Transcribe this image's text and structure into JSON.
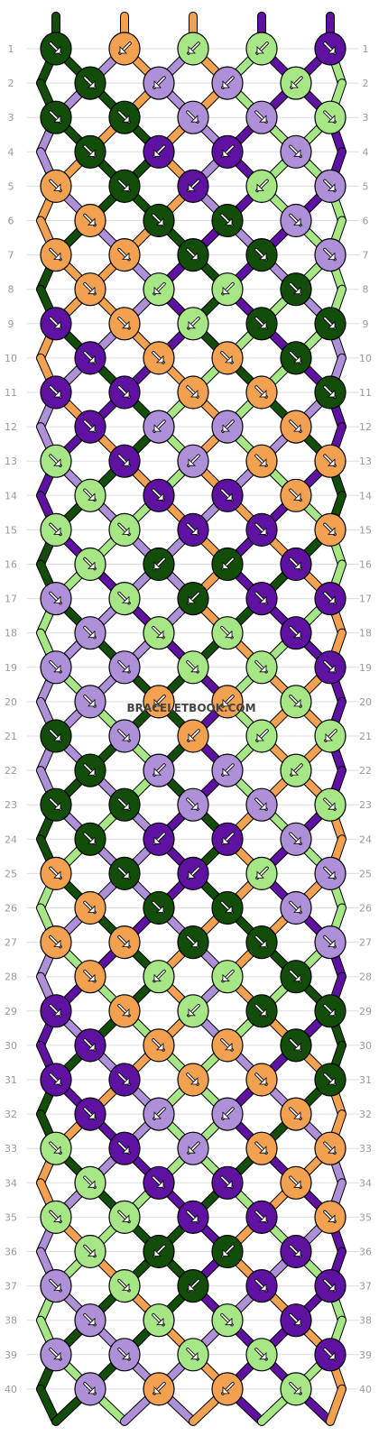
{
  "watermark": "BRACELETBOOK.COM",
  "colors": {
    "A": "#134d0a",
    "B": "#a6e685",
    "C": "#5f12a1",
    "D": "#f2a150",
    "E": "#ae90d9"
  },
  "strings_top": [
    "A",
    "A",
    "E",
    "D",
    "E",
    "D",
    "B",
    "C",
    "B",
    "C"
  ],
  "strings_bottom": [
    "A",
    "A",
    "E",
    "D",
    "E",
    "D",
    "B",
    "C",
    "B",
    "C"
  ],
  "row_labels": [
    "1",
    "2",
    "3",
    "4",
    "5",
    "6",
    "7",
    "8",
    "9",
    "10",
    "11",
    "12",
    "13",
    "14",
    "15",
    "16",
    "17",
    "18",
    "19",
    "20",
    "21",
    "22",
    "23",
    "24",
    "25",
    "26",
    "27",
    "28",
    "29",
    "30",
    "31",
    "32",
    "33",
    "34",
    "35",
    "36",
    "37",
    "38",
    "39",
    "40"
  ],
  "knots": [
    [
      "A-R",
      "D-L",
      "B-L",
      "B-L",
      "C-R"
    ],
    [
      "A-R",
      "E-L",
      "E-L",
      "B-L"
    ],
    [
      "A-R",
      "A-R",
      "E-R",
      "E-R",
      "B-R"
    ],
    [
      "A-R",
      "C-L",
      "C-L",
      "E-R"
    ],
    [
      "D-R",
      "A-R",
      "C-L",
      "B-L",
      "E-R"
    ],
    [
      "D-R",
      "A-R",
      "A-R",
      "E-R"
    ],
    [
      "D-R",
      "D-R",
      "A-R",
      "A-R",
      "E-R"
    ],
    [
      "D-R",
      "B-L",
      "B-L",
      "A-R"
    ],
    [
      "C-R",
      "D-R",
      "B-L",
      "A-R",
      "A-R"
    ],
    [
      "C-R",
      "D-R",
      "D-R",
      "A-R"
    ],
    [
      "C-R",
      "C-R",
      "D-R",
      "D-R",
      "A-R"
    ],
    [
      "C-R",
      "E-L",
      "E-L",
      "D-R"
    ],
    [
      "B-R",
      "C-R",
      "E-L",
      "D-R",
      "D-R"
    ],
    [
      "B-R",
      "C-R",
      "C-R",
      "D-R"
    ],
    [
      "B-R",
      "B-R",
      "C-R",
      "C-R",
      "D-R"
    ],
    [
      "B-R",
      "A-L",
      "A-L",
      "C-R"
    ],
    [
      "E-R",
      "B-R",
      "A-L",
      "C-R",
      "C-R"
    ],
    [
      "E-R",
      "B-R",
      "B-R",
      "C-R"
    ],
    [
      "E-R",
      "E-R",
      "B-R",
      "B-R",
      "C-R"
    ],
    [
      "E-R",
      "D-L",
      "D-L",
      "B-R"
    ],
    [
      "A-R",
      "E-R",
      "D-L",
      "B-L",
      "B-L"
    ],
    [
      "A-R",
      "E-L",
      "E-L",
      "B-L"
    ],
    [
      "A-R",
      "A-R",
      "E-R",
      "E-R",
      "B-R"
    ],
    [
      "A-R",
      "C-L",
      "C-L",
      "E-R"
    ],
    [
      "D-R",
      "A-R",
      "C-L",
      "B-L",
      "E-R"
    ],
    [
      "D-R",
      "A-R",
      "A-R",
      "E-R"
    ],
    [
      "D-R",
      "D-R",
      "A-R",
      "A-R",
      "E-R"
    ],
    [
      "D-R",
      "B-L",
      "B-L",
      "A-R"
    ],
    [
      "C-R",
      "D-R",
      "B-L",
      "A-R",
      "A-R"
    ],
    [
      "C-R",
      "D-R",
      "D-R",
      "A-R"
    ],
    [
      "C-R",
      "C-R",
      "D-R",
      "D-R",
      "A-R"
    ],
    [
      "C-R",
      "E-L",
      "E-L",
      "D-R"
    ],
    [
      "B-R",
      "C-R",
      "E-L",
      "D-R",
      "D-R"
    ],
    [
      "B-R",
      "C-R",
      "C-R",
      "D-R"
    ],
    [
      "B-R",
      "B-R",
      "C-R",
      "C-R",
      "D-R"
    ],
    [
      "B-R",
      "A-L",
      "A-L",
      "C-R"
    ],
    [
      "E-R",
      "B-R",
      "A-L",
      "C-R",
      "C-R"
    ],
    [
      "E-R",
      "B-R",
      "B-R",
      "C-R"
    ],
    [
      "E-R",
      "E-R",
      "B-R",
      "B-R",
      "C-R"
    ],
    [
      "E-R",
      "D-L",
      "D-L",
      "B-R"
    ]
  ]
}
